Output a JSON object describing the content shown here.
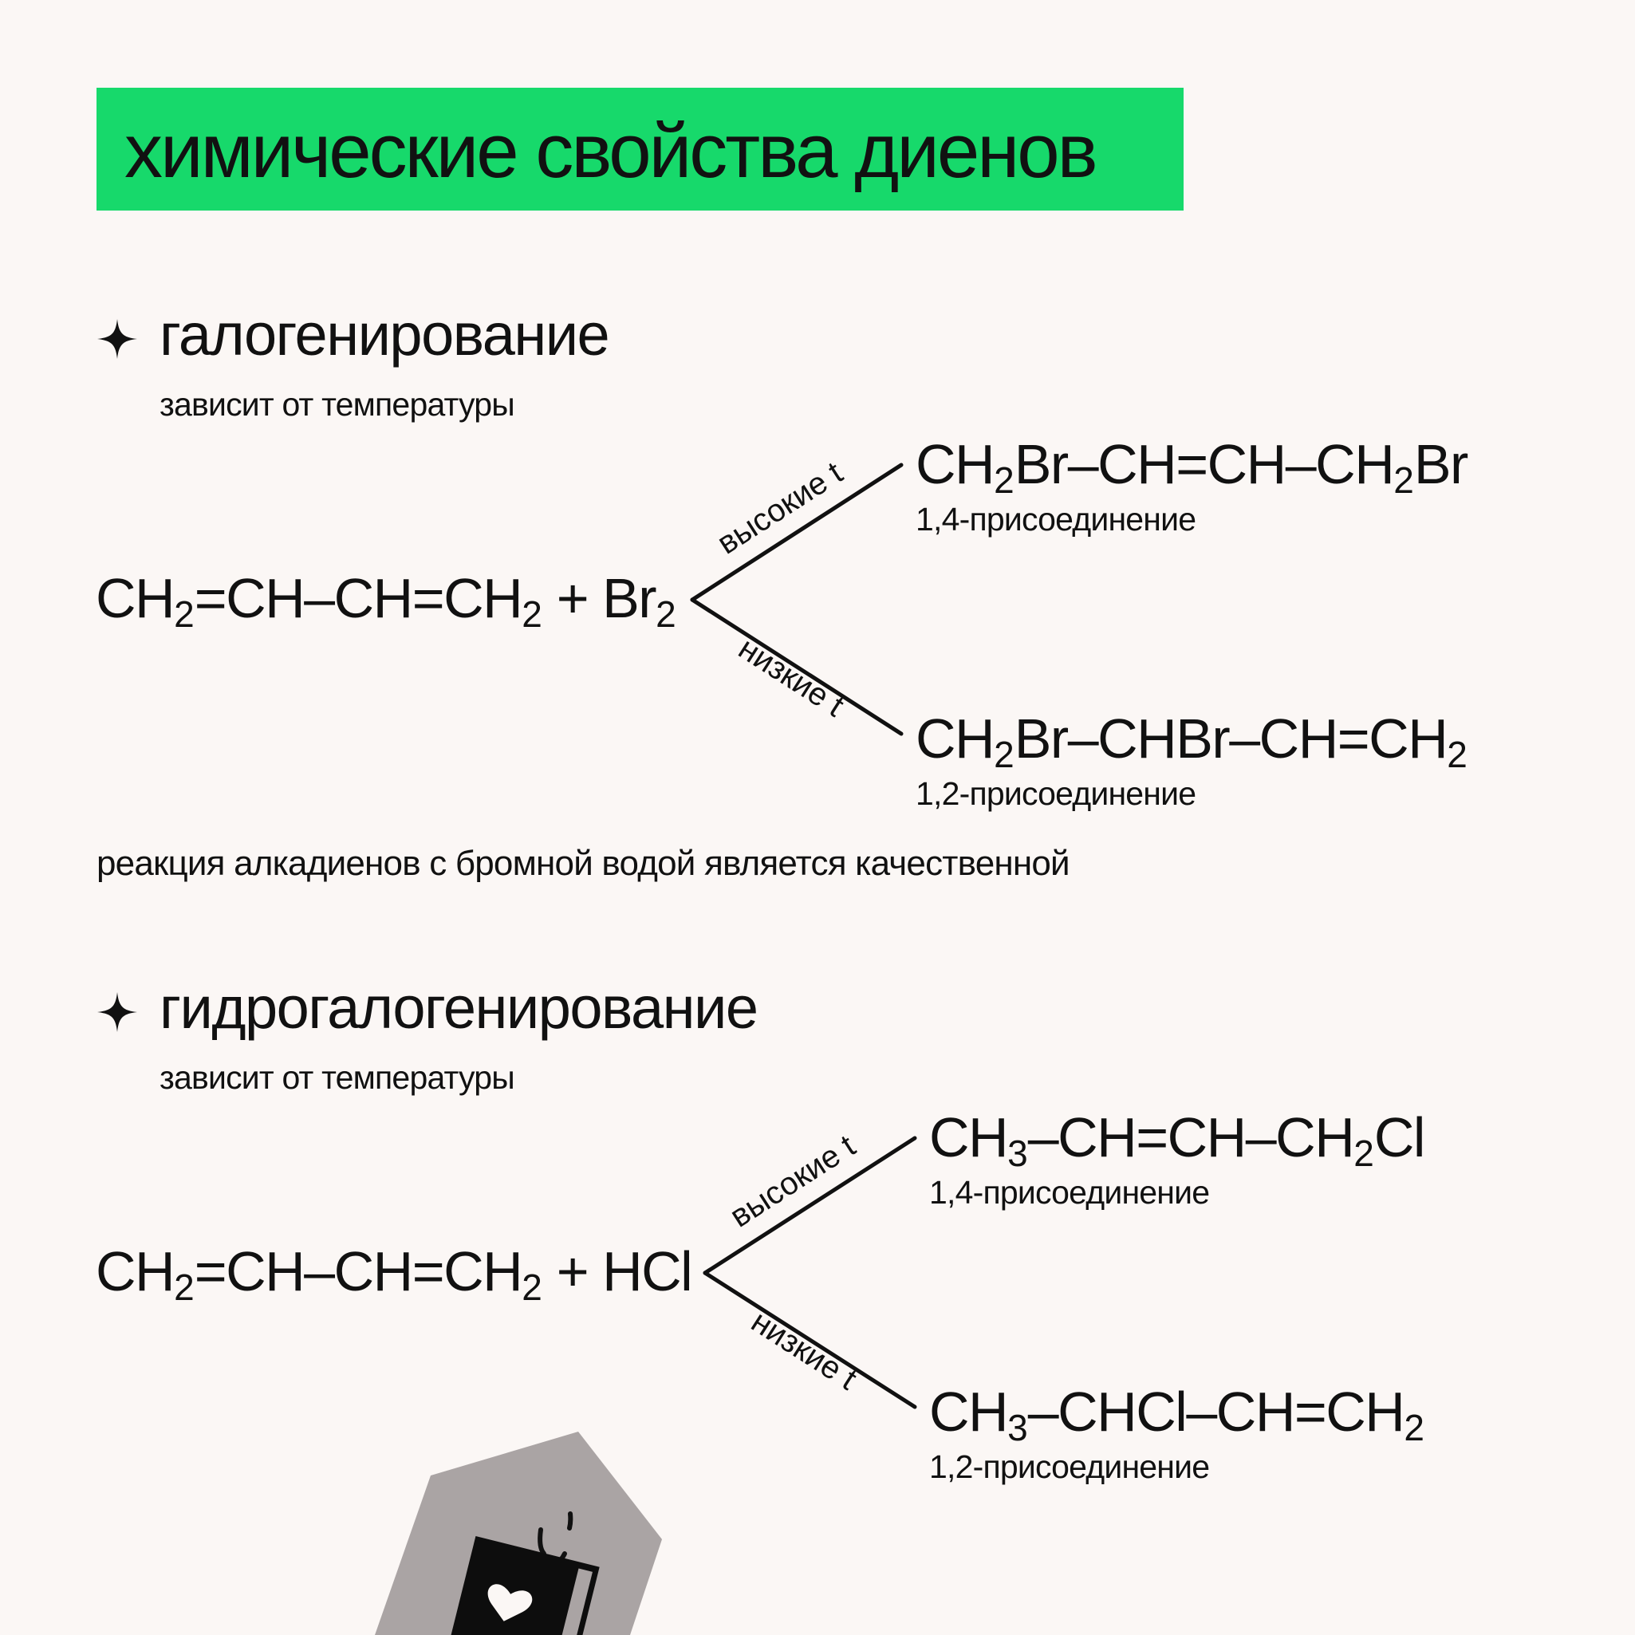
{
  "title": "химические свойства диенов",
  "colors": {
    "accent": "#17d96b",
    "background": "#fbf7f5",
    "text": "#111111",
    "mascot_gray": "#aaa4a4"
  },
  "icons": [
    "sparkle-icon",
    "mascot-illustration"
  ],
  "sections": [
    {
      "heading": "галогенирование",
      "subtitle": "зависит от температуры",
      "reactant": {
        "a": "CH",
        "a_sub": "2",
        "b": "=CH–CH=CH",
        "b_sub": "2",
        "plus": " + ",
        "reagent": "Br",
        "reagent_sub": "2"
      },
      "upper_label": "высокие t",
      "lower_label": "низкие t",
      "product_1": {
        "p1": "CH",
        "s1": "2",
        "p2": "Br–CH=CH–CH",
        "s2": "2",
        "p3": "Br",
        "caption": "1,4-присоединение"
      },
      "product_2": {
        "p1": "CH",
        "s1": "2",
        "p2": "Br–CHBr–CH=CH",
        "s2": "2",
        "p3": "",
        "caption": "1,2-присоединение"
      },
      "note": "реакция алкадиенов с бромной водой является качественной"
    },
    {
      "heading": "гидрогалогенирование",
      "subtitle": "зависит от температуры",
      "reactant": {
        "a": "CH",
        "a_sub": "2",
        "b": "=CH–CH=CH",
        "b_sub": "2",
        "plus": " + ",
        "reagent": "HCl",
        "reagent_sub": ""
      },
      "upper_label": "высокие t",
      "lower_label": "низкие t",
      "product_1": {
        "p1": "CH",
        "s1": "3",
        "p2": "–CH=CH–CH",
        "s2": "2",
        "p3": "Cl",
        "caption": "1,4-присоединение"
      },
      "product_2": {
        "p1": "CH",
        "s1": "3",
        "p2": "–CHCl–CH=CH",
        "s2": "2",
        "p3": "",
        "caption": "1,2-присоединение"
      }
    }
  ]
}
